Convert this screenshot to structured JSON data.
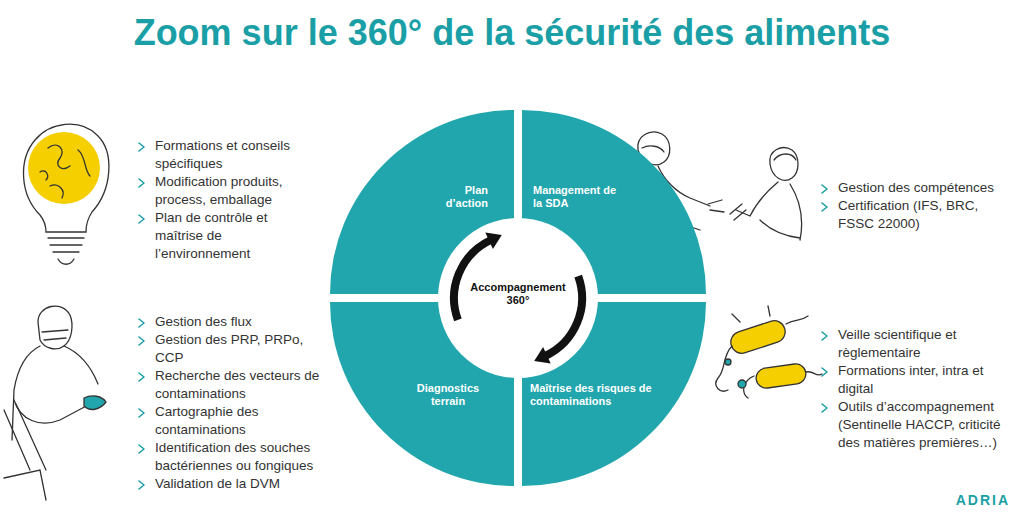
{
  "diagram": {
    "title": "Zoom sur le 360° de la sécurité des aliments",
    "nodes": [
      {
        "text": [
          "Plan d’action"
        ]
      },
      {
        "text": [
          "Management de la SDA"
        ]
      },
      {
        "text": [
          "Diagnostics terrain"
        ]
      },
      {
        "text": [
          "Maîtrise des risques de contaminations"
        ]
      },
      {
        "text": [
          "Accompagnement 360°"
        ]
      }
    ],
    "labels": [
      "Formations et conseils spécifiques",
      "Modification produits, process, emballage",
      "Plan de contrôle et maîtrise de l’environnement",
      "Gestion des compétences",
      "Certification (IFS, BRC, FSSC 22000)",
      "Gestion des flux",
      "Gestion des PRP, PRPo, CCP",
      "Recherche des vecteurs de contaminations",
      "Cartographie des contaminations",
      "Identification des souches bactériennes ou fongiques",
      "Validation de la DVM",
      "Veille scientifique et règlementaire",
      "Formations inter, intra et digital",
      "Outils d’accompagnement (Sentinelle HACCP, criticité des matières premières…)",
      "ADRIA"
    ]
  }
}
